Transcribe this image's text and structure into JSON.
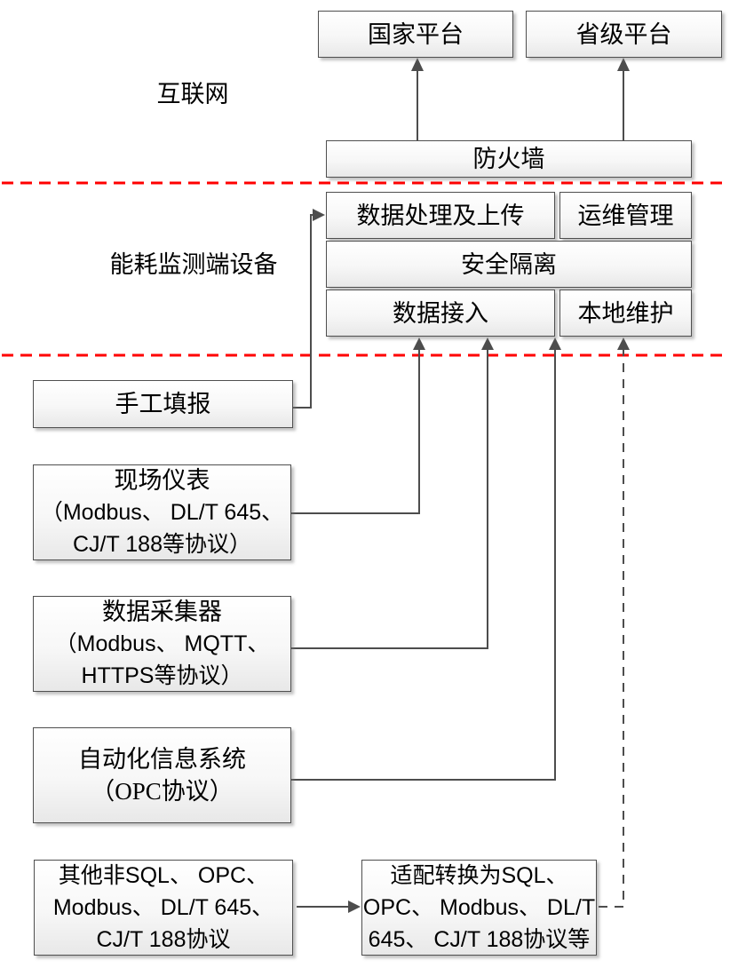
{
  "diagram": {
    "zone_labels": {
      "internet": "互联网",
      "terminal_device": "能耗监测端设备"
    },
    "platforms": {
      "national": "国家平台",
      "provincial": "省级平台"
    },
    "firewall": "防火墙",
    "modules": {
      "data_processing_upload": "数据处理及上传",
      "operations_management": "运维管理",
      "security_isolation": "安全隔离",
      "data_access": "数据接入",
      "local_maintenance": "本地维护"
    },
    "sources": {
      "manual_entry": "手工填报",
      "field_instruments": [
        "现场仪表",
        "（Modbus、 DL/T 645、",
        "CJ/T 188等协议）"
      ],
      "data_collector": [
        "数据采集器",
        "（Modbus、 MQTT、",
        "HTTPS等协议）"
      ],
      "automation_system": [
        "自动化信息系统",
        "（OPC协议）"
      ],
      "other_protocols": [
        "其他非SQL、 OPC、",
        "Modbus、 DL/T 645、",
        "CJ/T 188协议"
      ],
      "adapter_conversion": [
        "适配转换为SQL、",
        "OPC、 Modbus、 DL/T",
        "645、 CJ/T 188协议等"
      ]
    },
    "colors": {
      "boundary_line": "#ff0000",
      "connector": "#4d4d4d",
      "box_border": "#4f4f4f",
      "box_fill_top": "#ffffff",
      "box_fill_bottom": "#e8e8e8",
      "text": "#000000"
    }
  }
}
